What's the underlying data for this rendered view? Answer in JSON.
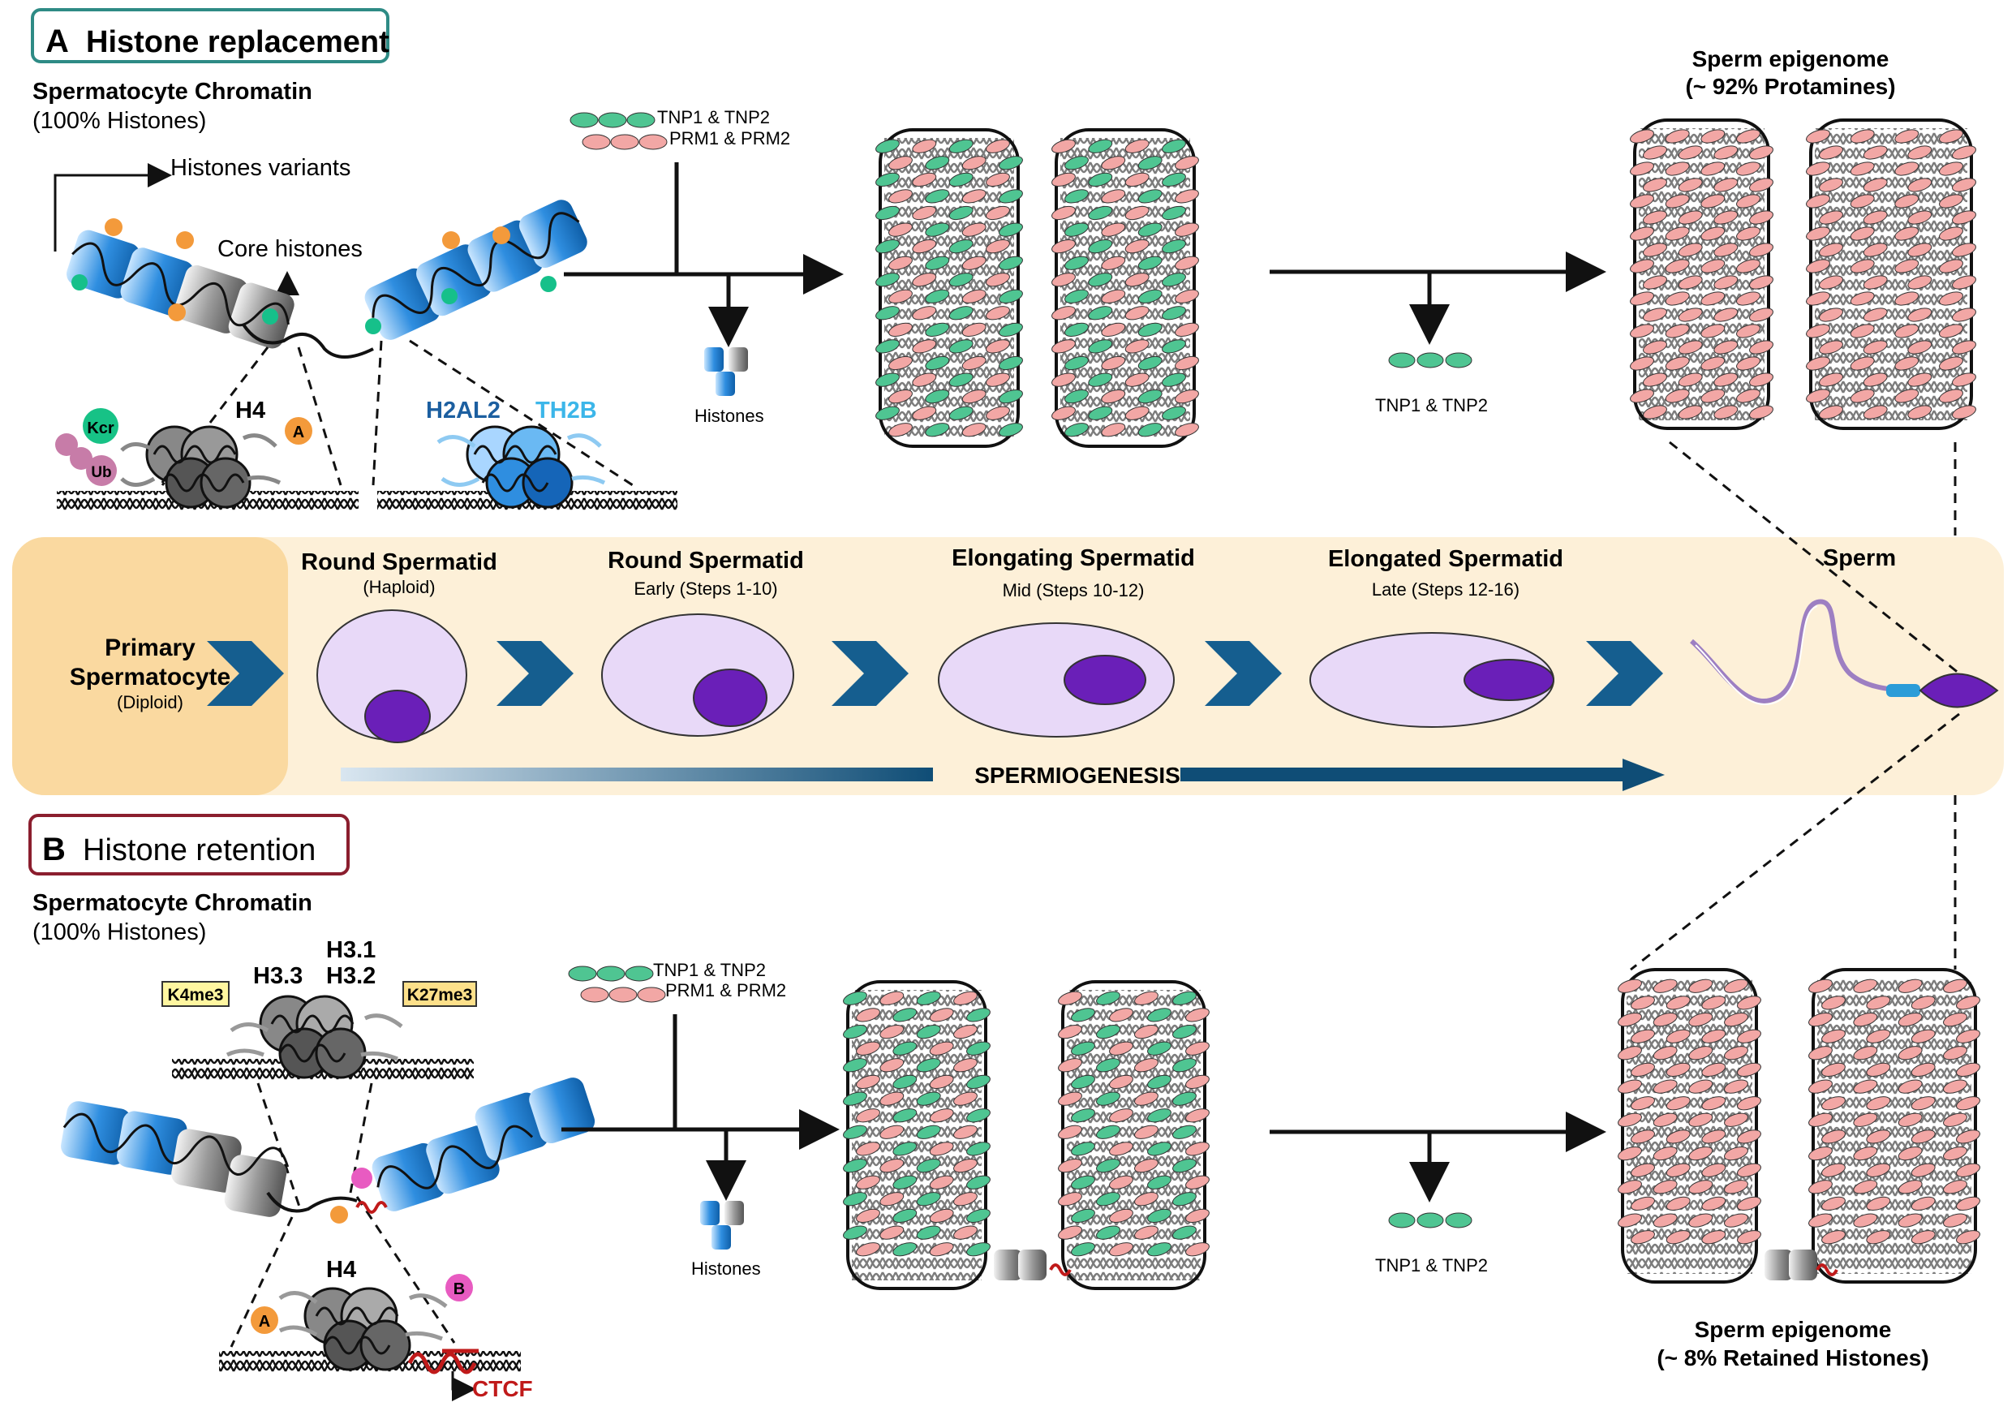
{
  "panel_a": {
    "badge_letter": "A",
    "badge_title": "Histone replacement",
    "chromatin_title": "Spermatocyte Chromatin",
    "chromatin_sub": "(100% Histones)",
    "histone_variants": "Histones variants",
    "core_histones": "Core histones",
    "h4": "H4",
    "kcr": "Kcr",
    "ub": "Ub",
    "a_mark": "A",
    "h2al2": "H2AL2",
    "th2b": "TH2B",
    "tnp_label": "TNP1 & TNP2",
    "prm_label": "PRM1 & PRM2",
    "histones_out": "Histones",
    "tnp_out": "TNP1 & TNP2",
    "epigenome_title": "Sperm epigenome",
    "epigenome_sub": "(~ 92% Protamines)"
  },
  "stages": {
    "primary": "Primary",
    "spermatocyte": "Spermatocyte",
    "diploid": "(Diploid)",
    "s1_title": "Round Spermatid",
    "s1_sub": "(Haploid)",
    "s2_title": "Round Spermatid",
    "s2_sub": "Early  (Steps 1-10)",
    "s3_title": "Elongating Spermatid",
    "s3_sub": "Mid (Steps 10-12)",
    "s4_title": "Elongated Spermatid",
    "s4_sub": "Late (Steps 12-16)",
    "s5_title": "Sperm",
    "spermiogenesis": "SPERMIOGENESIS"
  },
  "panel_b": {
    "badge_letter": "B",
    "badge_title": "Histone retention",
    "chromatin_title": "Spermatocyte Chromatin",
    "chromatin_sub": "(100% Histones)",
    "k4me3": "K4me3",
    "k27me3": "K27me3",
    "h33": "H3.3",
    "h31": "H3.1",
    "h32": "H3.2",
    "h4": "H4",
    "a_mark": "A",
    "b_mark": "B",
    "ctcf": "CTCF",
    "tnp_label": "TNP1 & TNP2",
    "prm_label": "PRM1 & PRM2",
    "histones_out": "Histones",
    "tnp_out": "TNP1 & TNP2",
    "epigenome_title": "Sperm epigenome",
    "epigenome_sub": "(~ 8% Retained Histones)"
  },
  "colors": {
    "green": "#4fc592",
    "pink": "#f2a7a5",
    "chevron": "#155e8f",
    "band": "#fdf0d8",
    "band_left": "#fad9a0",
    "cell": "#e8d9f8",
    "nucleus": "#6a1fb8",
    "teal_badge": "#2e8b85",
    "red_badge": "#8b1e2e",
    "orange": "#f39a3b",
    "magenta": "#e85bc1",
    "blue": "#3b8fd9",
    "ctcf": "#c01a1a"
  }
}
